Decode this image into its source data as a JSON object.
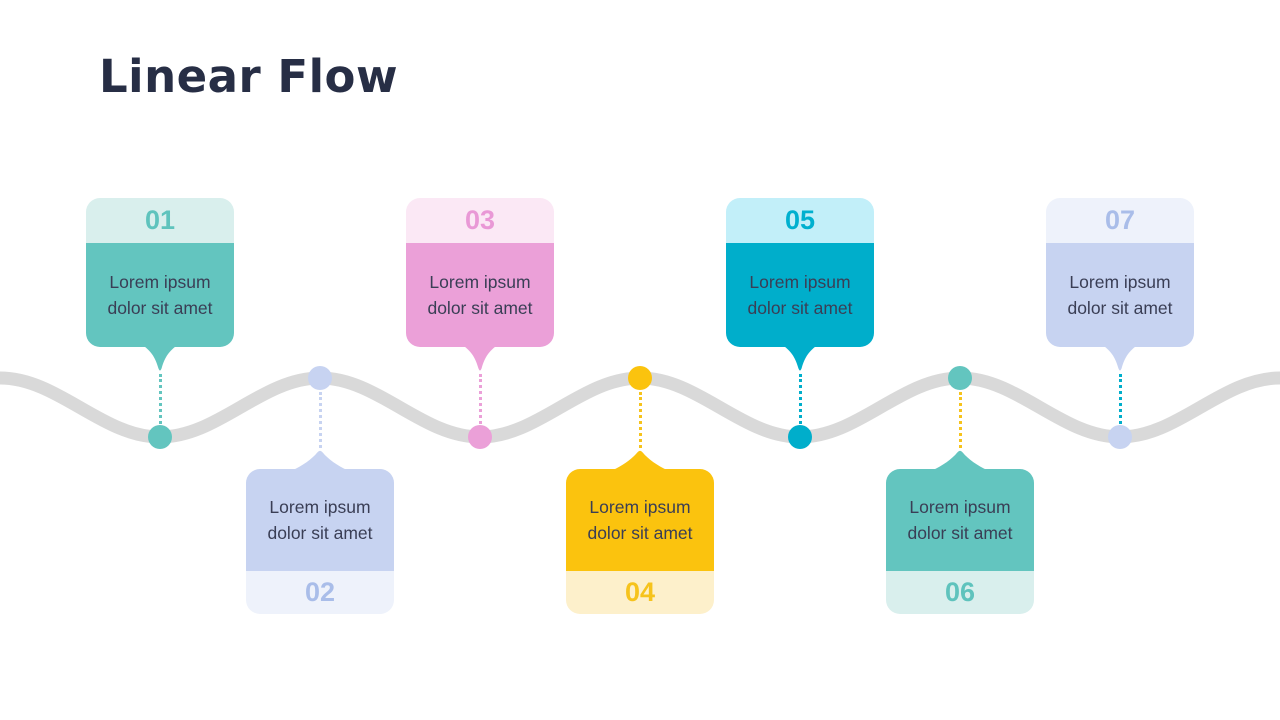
{
  "title": "Linear Flow",
  "steps": [
    {
      "number": "01",
      "text": "Lorem ipsum dolor sit amet",
      "position": "above",
      "palette": "teal",
      "connector_color_name": "teal",
      "node_color": "#63C5BF"
    },
    {
      "number": "02",
      "text": "Lorem ipsum dolor sit amet",
      "position": "below",
      "palette": "periwinkle",
      "connector_color_name": "periwinkle",
      "node_color": "#C7D3F1"
    },
    {
      "number": "03",
      "text": "Lorem ipsum dolor sit amet",
      "position": "above",
      "palette": "pink",
      "connector_color_name": "pink",
      "node_color": "#EBA0D8"
    },
    {
      "number": "04",
      "text": "Lorem ipsum dolor sit amet",
      "position": "below",
      "palette": "yellow",
      "connector_color_name": "yellow",
      "node_color": "#FBC30E"
    },
    {
      "number": "05",
      "text": "Lorem ipsum dolor sit amet",
      "position": "above",
      "palette": "cyan",
      "connector_color_name": "cyan",
      "node_color": "#00AECB"
    },
    {
      "number": "06",
      "text": "Lorem ipsum dolor sit amet",
      "position": "below",
      "palette": "teal",
      "connector_color_name": "yellow",
      "node_color": "#63C5BF"
    },
    {
      "number": "07",
      "text": "Lorem ipsum dolor sit amet",
      "position": "above",
      "palette": "periwinkle",
      "connector_color_name": "cyan",
      "node_color": "#C7D3F1"
    }
  ],
  "theme": {
    "bg": "#FFFFFF",
    "title-color": "#272E45",
    "text-dark": "#3A3E55",
    "wave-gray": "#D9D9D9",
    "teal-main": "#63C5BF",
    "teal-light": "#D9EFED",
    "teal-num": "#5FC3BD",
    "peri-main": "#C7D3F1",
    "peri-light": "#EEF2FB",
    "peri-num": "#A9BDE9",
    "pink-main": "#EBA0D8",
    "pink-light": "#FBE8F5",
    "pink-num": "#E998D6",
    "yellow-main": "#FBC30E",
    "yellow-light": "#FDF0CB",
    "yellow-num": "#F6C31C",
    "cyan-main": "#00AECB",
    "cyan-light": "#C2EFF9",
    "cyan-num": "#00B0CF"
  }
}
